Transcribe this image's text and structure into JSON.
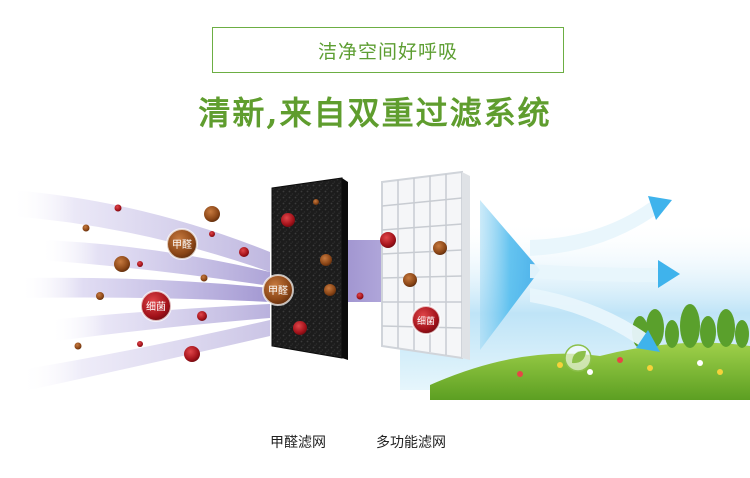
{
  "header": {
    "tagline": "洁净空间好呼吸",
    "headline": "清新,来自双重过滤系统"
  },
  "particles": {
    "formaldehyde": "甲醛",
    "bacteria": "细菌"
  },
  "captions": {
    "formaldehyde_filter": "甲醛滤网",
    "multi_filter": "多功能滤网"
  },
  "colors": {
    "brand_green": "#5f9d2e",
    "particle_red": "#b0151c",
    "particle_brown": "#8a4a1c",
    "airflow_purple": "#8e7fc8",
    "airflow_blue": "#3fb3ec"
  },
  "icons": [
    "leaf-icon"
  ]
}
